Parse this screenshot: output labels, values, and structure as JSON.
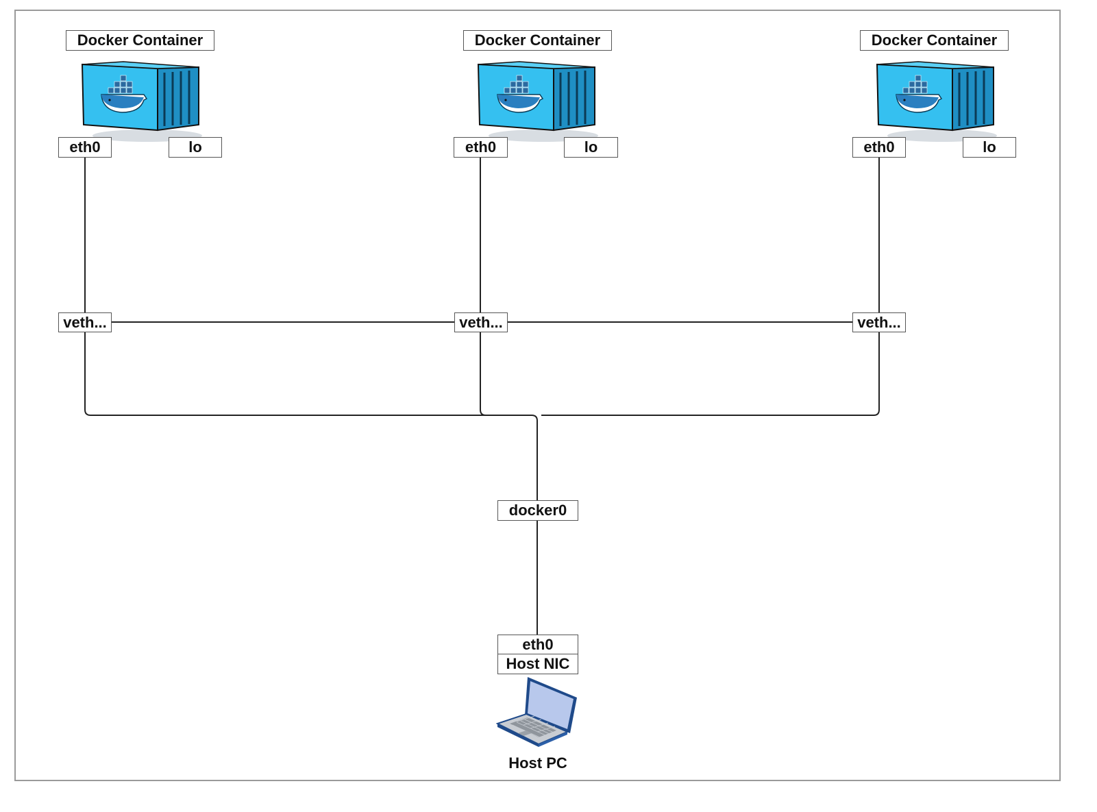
{
  "containers": [
    {
      "title": "Docker Container",
      "eth": "eth0",
      "lo": "lo",
      "veth": "veth..."
    },
    {
      "title": "Docker Container",
      "eth": "eth0",
      "lo": "lo",
      "veth": "veth..."
    },
    {
      "title": "Docker Container",
      "eth": "eth0",
      "lo": "lo",
      "veth": "veth..."
    }
  ],
  "bridge": {
    "label": "docker0"
  },
  "host": {
    "eth": "eth0",
    "nic": "Host NIC",
    "pc": "Host PC"
  },
  "colors": {
    "container_blue": "#35c0f0",
    "container_dark": "#1a6f99",
    "line": "#222222",
    "laptop_screen": "#b8c8ec",
    "laptop_trim": "#1f4a8a"
  },
  "icons": {
    "container": "docker-container-icon",
    "laptop": "laptop-icon"
  }
}
